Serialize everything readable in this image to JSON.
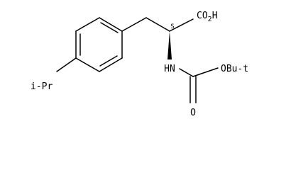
{
  "molecule": {
    "labels": {
      "carboxylic_acid": "CO2H",
      "stereocenter": "S",
      "amine": "HN",
      "ester_oxygen": "OBu-t",
      "carbonyl_oxygen": "O",
      "isopropyl": "i-Pr"
    }
  },
  "colors": {
    "ink": "#000000",
    "background": "#ffffff"
  }
}
